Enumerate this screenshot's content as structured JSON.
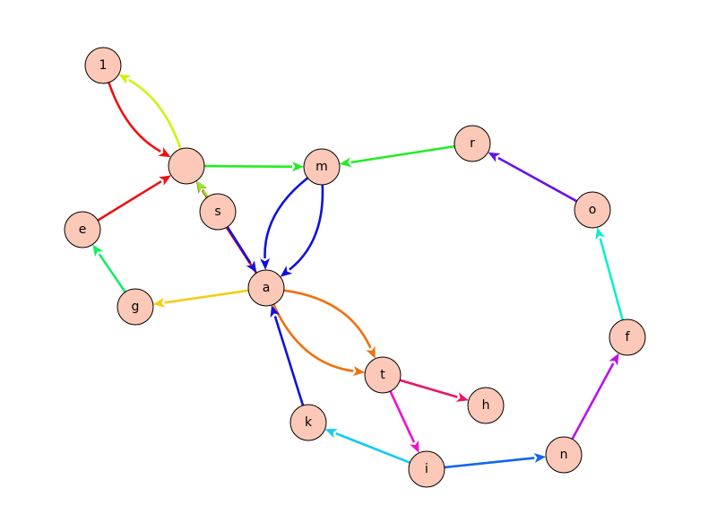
{
  "nodes": [
    {
      "id": "n1",
      "label": "1"
    },
    {
      "id": "blank",
      "label": ""
    },
    {
      "id": "m",
      "label": "m"
    },
    {
      "id": "r",
      "label": "r"
    },
    {
      "id": "s",
      "label": "s"
    },
    {
      "id": "e",
      "label": "e"
    },
    {
      "id": "o",
      "label": "o"
    },
    {
      "id": "a",
      "label": "a"
    },
    {
      "id": "g",
      "label": "g"
    },
    {
      "id": "f",
      "label": "f"
    },
    {
      "id": "t",
      "label": "t"
    },
    {
      "id": "h",
      "label": "h"
    },
    {
      "id": "k",
      "label": "k"
    },
    {
      "id": "i",
      "label": "i"
    },
    {
      "id": "n",
      "label": "n"
    }
  ],
  "edges": [
    {
      "from": "n1",
      "to": "blank",
      "color": "#ee1111"
    },
    {
      "from": "blank",
      "to": "n1",
      "color": "#d4f012"
    },
    {
      "from": "blank",
      "to": "m",
      "color": "#22ee22"
    },
    {
      "from": "r",
      "to": "m",
      "color": "#22ee22"
    },
    {
      "from": "e",
      "to": "blank",
      "color": "#ee1111"
    },
    {
      "from": "a",
      "to": "blank",
      "color": "#ee1111"
    },
    {
      "from": "s",
      "to": "blank",
      "color": "#88ee22"
    },
    {
      "from": "s",
      "to": "a",
      "color": "#1111dd"
    },
    {
      "from": "m",
      "to": "a",
      "color": "#1111dd"
    },
    {
      "from": "m",
      "to": "a",
      "color": "#1111dd"
    },
    {
      "from": "g",
      "to": "e",
      "color": "#11ee66"
    },
    {
      "from": "a",
      "to": "g",
      "color": "#f8cc11"
    },
    {
      "from": "a",
      "to": "t",
      "color": "#f07010"
    },
    {
      "from": "a",
      "to": "t",
      "color": "#f07010"
    },
    {
      "from": "t",
      "to": "h",
      "color": "#ee1166"
    },
    {
      "from": "t",
      "to": "i",
      "color": "#ee11cc"
    },
    {
      "from": "k",
      "to": "a",
      "color": "#1111dd"
    },
    {
      "from": "i",
      "to": "k",
      "color": "#11ccee"
    },
    {
      "from": "i",
      "to": "n",
      "color": "#1166ee"
    },
    {
      "from": "n",
      "to": "f",
      "color": "#bb11ee"
    },
    {
      "from": "f",
      "to": "o",
      "color": "#11eecc"
    },
    {
      "from": "o",
      "to": "r",
      "color": "#6611ee"
    }
  ]
}
